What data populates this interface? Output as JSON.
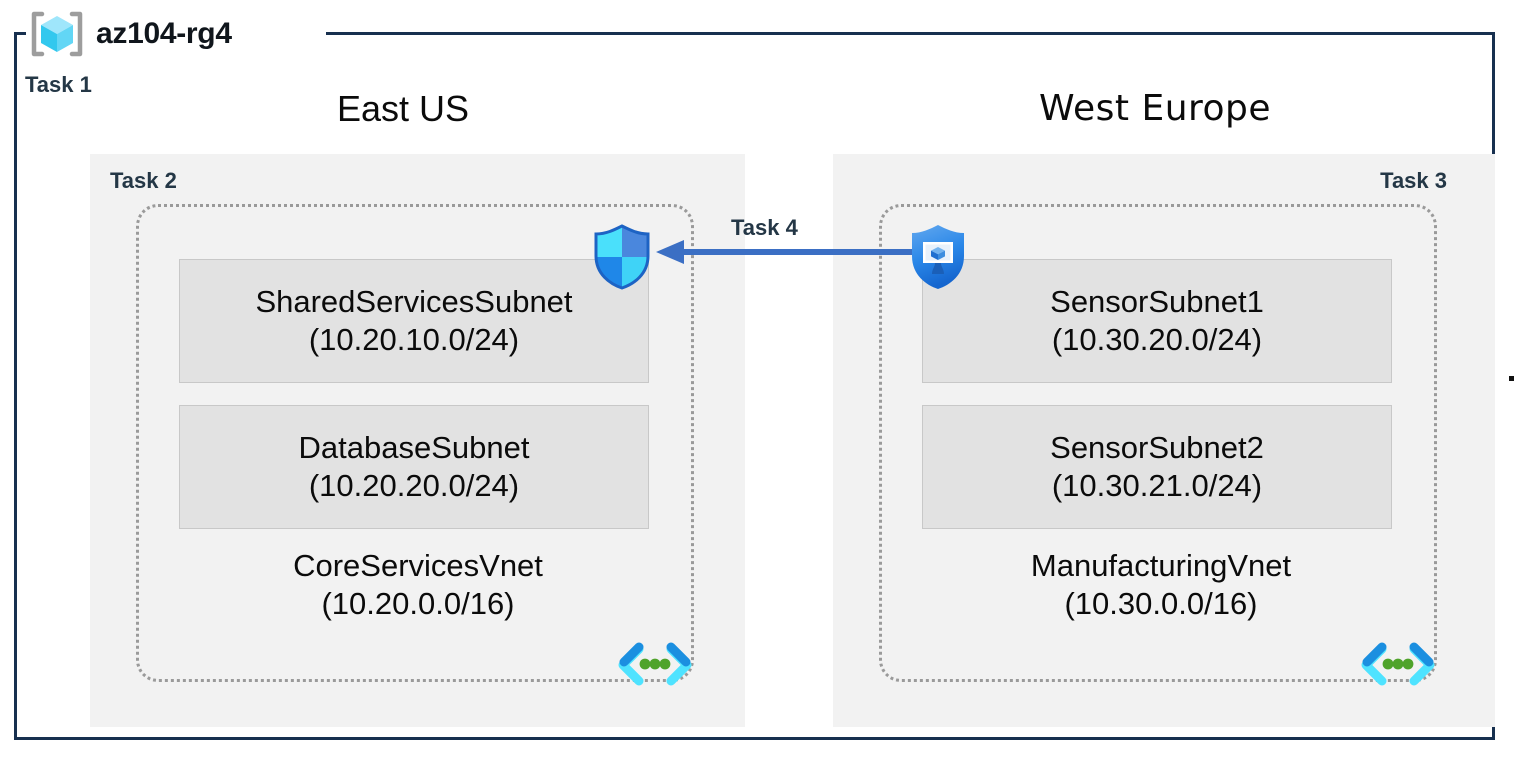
{
  "diagram": {
    "resource_group": {
      "name": "az104-rg4",
      "icon": "resource-group-cube-icon",
      "task_label": "Task 1",
      "frame_color": "#17304f"
    },
    "edge_marker": ".",
    "regions": [
      {
        "title": "East US",
        "task_label": "Task 2",
        "task_align": "left",
        "vnet": {
          "name": "CoreServicesVnet",
          "cidr": "(10.20.0.0/16)",
          "icon": "virtual-network-icon",
          "subnets": [
            {
              "name": "SharedServicesSubnet",
              "cidr": "(10.20.10.0/24)"
            },
            {
              "name": "DatabaseSubnet",
              "cidr": "(10.20.20.0/24)"
            }
          ]
        }
      },
      {
        "title": "West Europe",
        "task_label": "Task 3",
        "task_align": "right",
        "vnet": {
          "name": "ManufacturingVnet",
          "cidr": "(10.30.0.0/16)",
          "icon": "virtual-network-icon",
          "subnets": [
            {
              "name": "SensorSubnet1",
              "cidr": "(10.30.20.0/24)"
            },
            {
              "name": "SensorSubnet2",
              "cidr": "(10.30.21.0/24)"
            }
          ]
        }
      }
    ],
    "connection": {
      "task_label": "Task 4",
      "direction": "right-to-left",
      "color": "#3b6fc4",
      "source_icon": "vm-shield-icon",
      "target_icon": "network-security-group-shield-icon"
    },
    "colors": {
      "region_background": "#f2f2f2",
      "subnet_background": "#e2e2e2",
      "vnet_border": "#9a9a9a",
      "task_text": "#243746",
      "arrow": "#3b6fc4"
    }
  }
}
